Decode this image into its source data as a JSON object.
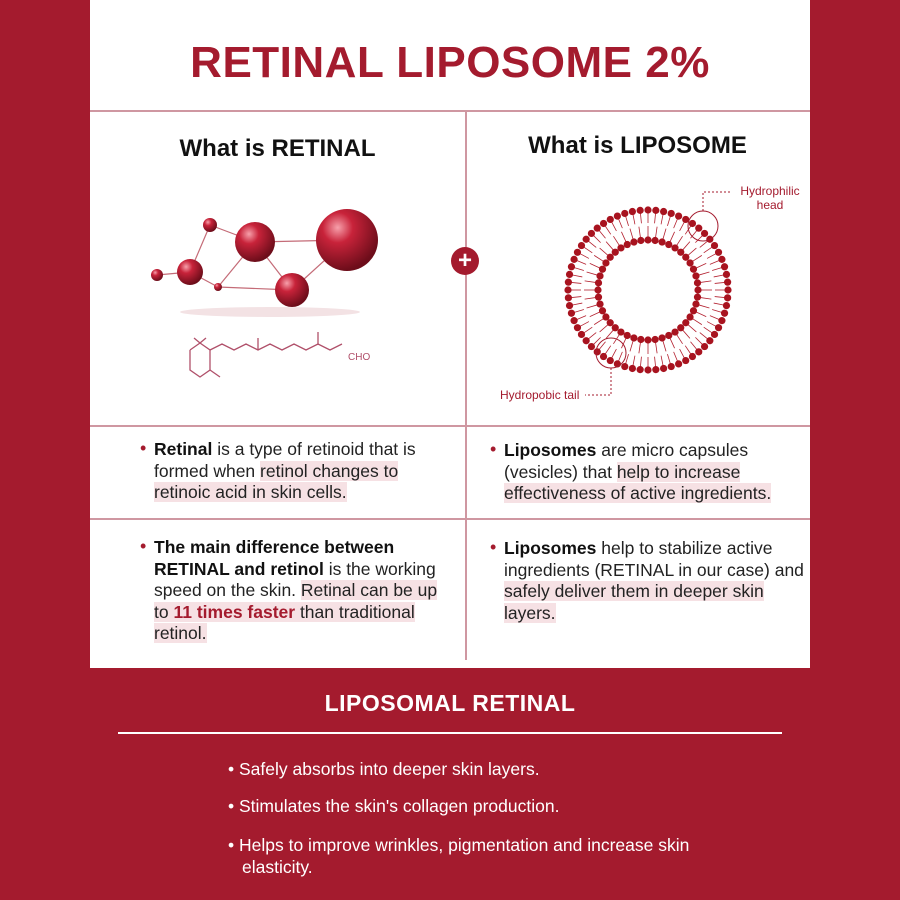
{
  "title": "RETINAL LIPOSOME 2%",
  "left": {
    "heading": "What is RETINAL",
    "formula_label": "CHO",
    "p1": {
      "bold": "Retinal",
      "t1": " is a type of retinoid that is formed when ",
      "mark": "retinol changes to retinoic acid in skin cells."
    },
    "p2": {
      "bold": "The main difference between RETINAL and retinol",
      "t1": " is the working speed  on the skin. ",
      "m1": "Retinal can be up to ",
      "red": "11 times faster",
      "m2": " than traditional retinol."
    }
  },
  "right": {
    "heading": "What is LIPOSOME",
    "head_label": "Hydrophilic head",
    "tail_label": "Hydropobic tail",
    "p1": {
      "bold": "Liposomes",
      "t1": " are micro capsules (vesicles) that ",
      "mark": "help to increase effectiveness of active ingredients."
    },
    "p2": {
      "bold": "Liposomes",
      "t1": " help to stabilize active ingredients (RETINAL in our case) and ",
      "mark": "safely deliver them in deeper skin layers."
    }
  },
  "plus_icon": "+",
  "bottom": {
    "heading": "LIPOSOMAL RETINAL",
    "bullets": [
      "Safely absorbs into deeper skin layers.",
      "Stimulates the skin's collagen production.",
      "Helps to improve wrinkles, pigmentation and increase skin elasticity."
    ]
  },
  "colors": {
    "brand": "#a41b2e",
    "highlight": "#f6e1e4"
  }
}
